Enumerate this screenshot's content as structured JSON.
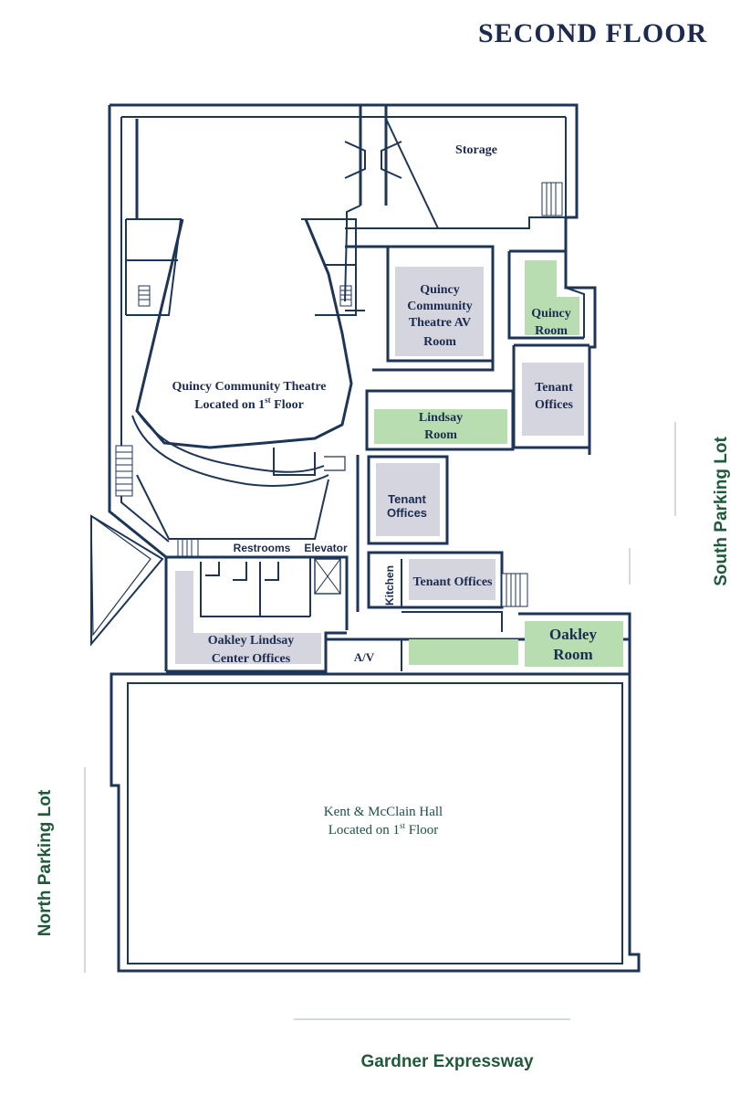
{
  "title": "SECOND FLOOR",
  "rooms": {
    "storage": "Storage",
    "qct_av_1": "Quincy",
    "qct_av_2": "Community",
    "qct_av_3": "Theatre AV",
    "qct_av_4": "Room",
    "quincy_room_1": "Quincy",
    "quincy_room_2": "Room",
    "tenant_east_1": "Tenant",
    "tenant_east_2": "Offices",
    "theatre_1": "Quincy Community Theatre",
    "theatre_2_pre": "Located on 1",
    "theatre_2_sup": "st",
    "theatre_2_post": " Floor",
    "lindsay_1": "Lindsay",
    "lindsay_2": "Room",
    "tenant_mid_1": "Tenant",
    "tenant_mid_2": "Offices",
    "restrooms": "Restrooms",
    "elevator": "Elevator",
    "kitchen": "Kitchen",
    "tenant_south": "Tenant Offices",
    "oakley_lindsay_1": "Oakley Lindsay",
    "oakley_lindsay_2": "Center Offices",
    "av": "A/V",
    "oakley_1": "Oakley",
    "oakley_2": "Room",
    "hall_1": "Kent & McClain Hall",
    "hall_2_pre": "Located on 1",
    "hall_2_sup": "st",
    "hall_2_post": " Floor"
  },
  "labels": {
    "south_lot": "South Parking Lot",
    "north_lot": "North Parking Lot",
    "expressway": "Gardner Expressway"
  },
  "colors": {
    "wall": "#1d3557",
    "reservable_room": "#b7ddb1",
    "office_room": "#d4d5de",
    "lot_text": "#1f5a3a"
  }
}
